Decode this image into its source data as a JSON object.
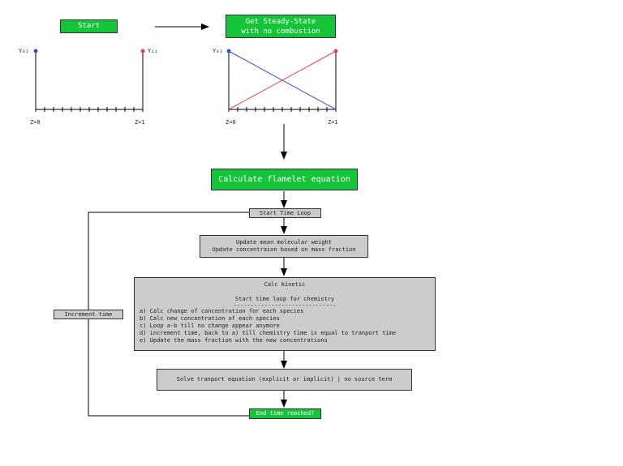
{
  "start": {
    "label": "Start"
  },
  "steady_state": {
    "line1": "Get Steady-State",
    "line2": "with no combustion"
  },
  "left_plot": {
    "y_left": "Y₀₂",
    "y_right": "Y₂₂",
    "z0": "Z=0",
    "z1": "Z=1"
  },
  "right_plot": {
    "y_left": "Y₀₂",
    "z0": "Z=0",
    "z1": "Z=1"
  },
  "calc_flamelet": {
    "label": "Calculate flamelet equation"
  },
  "start_time_loop": {
    "label": "Start Time Loop"
  },
  "update_weight": {
    "line1": "Update mean molecular weight",
    "line2": "Update concentraion based on mass fraction"
  },
  "calc_kinetic": {
    "title": "Calc kinetic",
    "subtitle": "Start time loop for chemistry",
    "divider": "------------------------------",
    "items": [
      "a) Calc change of concentration for each species",
      "b) Calc new concentration of each species",
      "c) Loop a-b till no change appear anymore",
      "d) increment time, back to a) till chemistry time is equal to tranport time",
      "e) Update the mass fraction with the new concentrations"
    ]
  },
  "increment_time": {
    "label": "Increment time"
  },
  "solve_transport": {
    "label": "Solve tranport equation (explicit or implicit) | no source term"
  },
  "end_time": {
    "label": "End time reached?"
  },
  "colors": {
    "green": "#16c43a",
    "gray": "#cccccc",
    "blue_line": "#4a4ae0",
    "red_line": "#e04a4a"
  }
}
